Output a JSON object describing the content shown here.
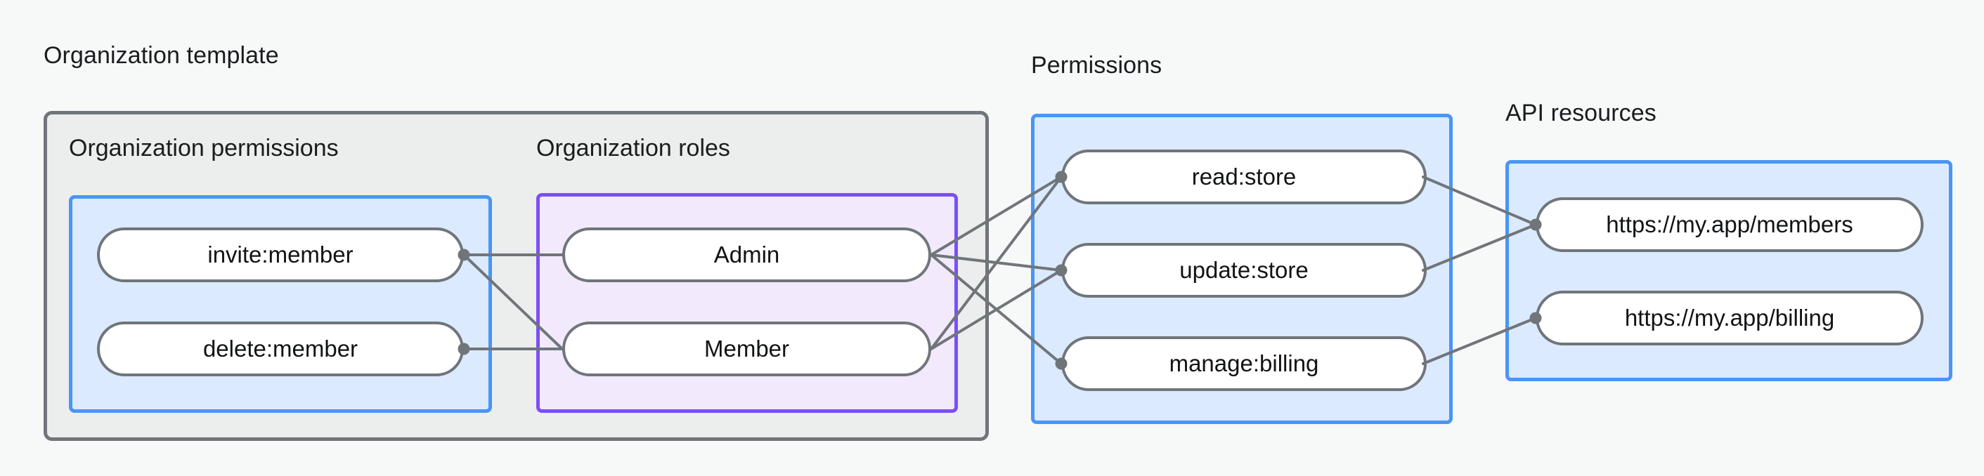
{
  "diagram": {
    "title_visible": false,
    "background_color": "#f7f8f8",
    "colors": {
      "outer_border": "#70757a",
      "outer_fill": "#eceeed",
      "blue_border": "#4a95f5",
      "blue_fill": "#dbeafe",
      "purple_border": "#7b4ff5",
      "purple_fill": "#f2e9fd",
      "node_border": "#70757a",
      "node_fill": "#ffffff",
      "edge_color": "#70757a",
      "text_color": "#1a1c1e"
    },
    "groups": {
      "organization_template": {
        "label": "Organization template",
        "subgroups": {
          "organization_permissions": {
            "label": "Organization permissions",
            "nodes": [
              {
                "label": "invite:member"
              },
              {
                "label": "delete:member"
              }
            ]
          },
          "organization_roles": {
            "label": "Organization roles",
            "nodes": [
              {
                "label": "Admin"
              },
              {
                "label": "Member"
              }
            ]
          }
        }
      },
      "permissions": {
        "label": "Permissions",
        "nodes": [
          {
            "label": "read:store"
          },
          {
            "label": "update:store"
          },
          {
            "label": "manage:billing"
          }
        ]
      },
      "api_resources": {
        "label": "API resources",
        "nodes": [
          {
            "label": "https://my.app/members"
          },
          {
            "label": "https://my.app/billing"
          }
        ]
      }
    },
    "edges": [
      {
        "from": "invite:member",
        "to": "Admin"
      },
      {
        "from": "invite:member",
        "to": "Member"
      },
      {
        "from": "delete:member",
        "to": "Member"
      },
      {
        "from": "Admin",
        "to": "read:store"
      },
      {
        "from": "Admin",
        "to": "update:store"
      },
      {
        "from": "Admin",
        "to": "manage:billing"
      },
      {
        "from": "Member",
        "to": "read:store"
      },
      {
        "from": "Member",
        "to": "update:store"
      },
      {
        "from": "read:store",
        "to": "https://my.app/members"
      },
      {
        "from": "update:store",
        "to": "https://my.app/members"
      },
      {
        "from": "manage:billing",
        "to": "https://my.app/billing"
      }
    ]
  }
}
